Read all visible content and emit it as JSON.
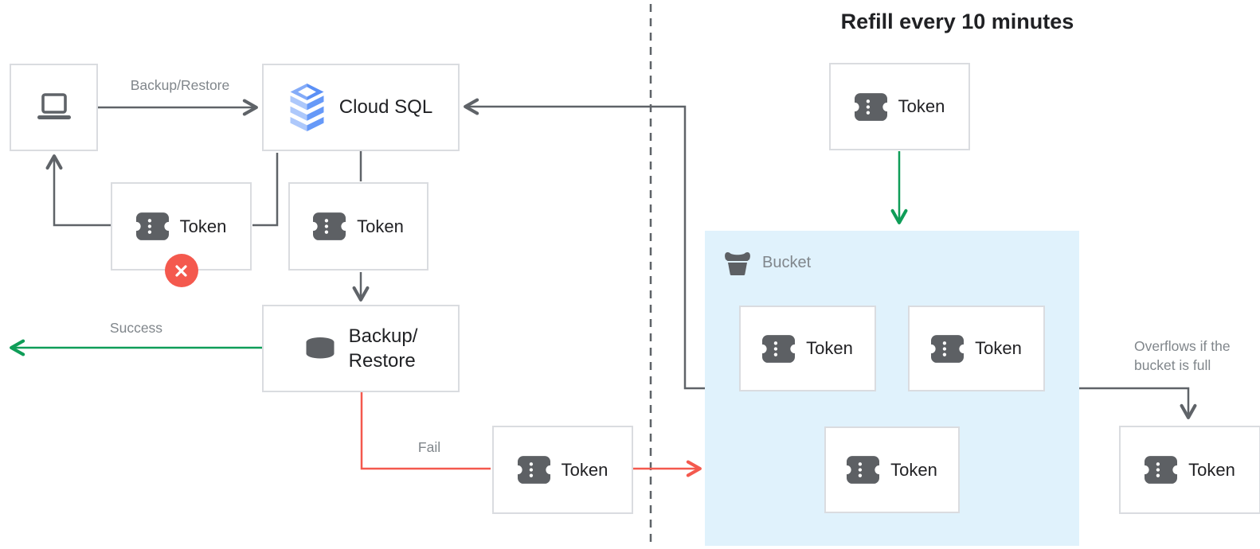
{
  "title": "Refill every 10 minutes",
  "nodes": {
    "client": {
      "icon": "laptop-icon"
    },
    "cloud_sql": {
      "label": "Cloud SQL",
      "icon": "cloud-sql-icon"
    },
    "token_rejected": {
      "label": "Token",
      "icon": "token-icon",
      "badge_icon": "x-circle-icon"
    },
    "token_pending": {
      "label": "Token",
      "icon": "token-icon"
    },
    "backup_restore": {
      "label_line1": "Backup/",
      "label_line2": "Restore",
      "icon": "database-icon"
    },
    "token_fail": {
      "label": "Token",
      "icon": "token-icon"
    },
    "token_refill": {
      "label": "Token",
      "icon": "token-icon"
    },
    "bucket": {
      "label": "Bucket",
      "icon": "bucket-icon",
      "tokens": [
        "Token",
        "Token",
        "Token"
      ]
    },
    "token_overflow": {
      "label": "Token",
      "icon": "token-icon"
    }
  },
  "edges": {
    "request": {
      "label": "Backup/Restore"
    },
    "success": {
      "label": "Success"
    },
    "fail": {
      "label": "Fail"
    },
    "overflow": {
      "label": "Overflows if the bucket is full"
    }
  },
  "colors": {
    "arrow_gray": "#5f6368",
    "arrow_green": "#0f9d58",
    "arrow_red": "#f4594e",
    "badge_red": "#f4594e",
    "bucket_fill": "#e0f2fc",
    "box_border": "#dadce0",
    "label_gray": "#80868b",
    "text_dark": "#212124",
    "icon_gray": "#5d6064",
    "sql_blue_light": "#adc8fb",
    "sql_blue_medium": "#6699f8"
  }
}
